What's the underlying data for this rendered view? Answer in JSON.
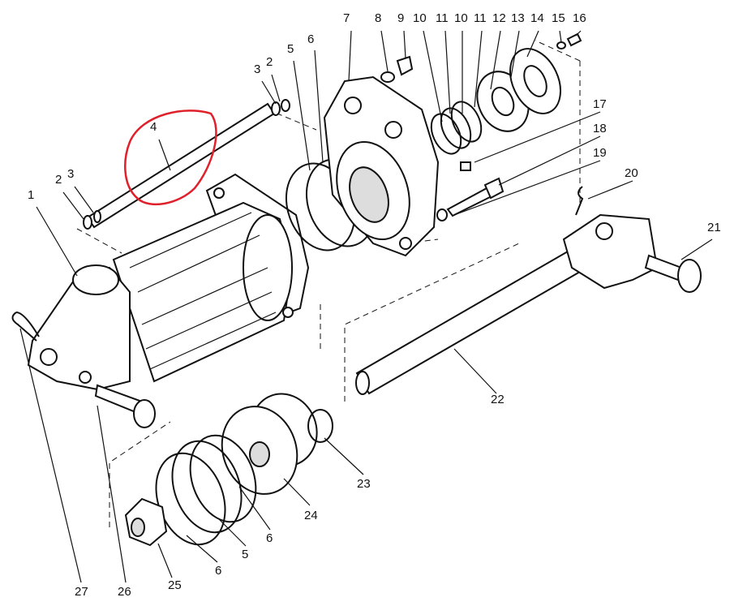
{
  "diagram": {
    "title": "Exploded view of hydraulic cylinder",
    "highlight_color": "#e0202a",
    "highlighted_part": "4",
    "callouts": [
      "1",
      "2",
      "3",
      "4",
      "2",
      "3",
      "5",
      "6",
      "7",
      "8",
      "9",
      "10",
      "11",
      "10",
      "11",
      "12",
      "13",
      "14",
      "15",
      "16",
      "17",
      "18",
      "19",
      "20",
      "21",
      "22",
      "23",
      "24",
      "6",
      "5",
      "6",
      "25",
      "26",
      "27"
    ]
  }
}
